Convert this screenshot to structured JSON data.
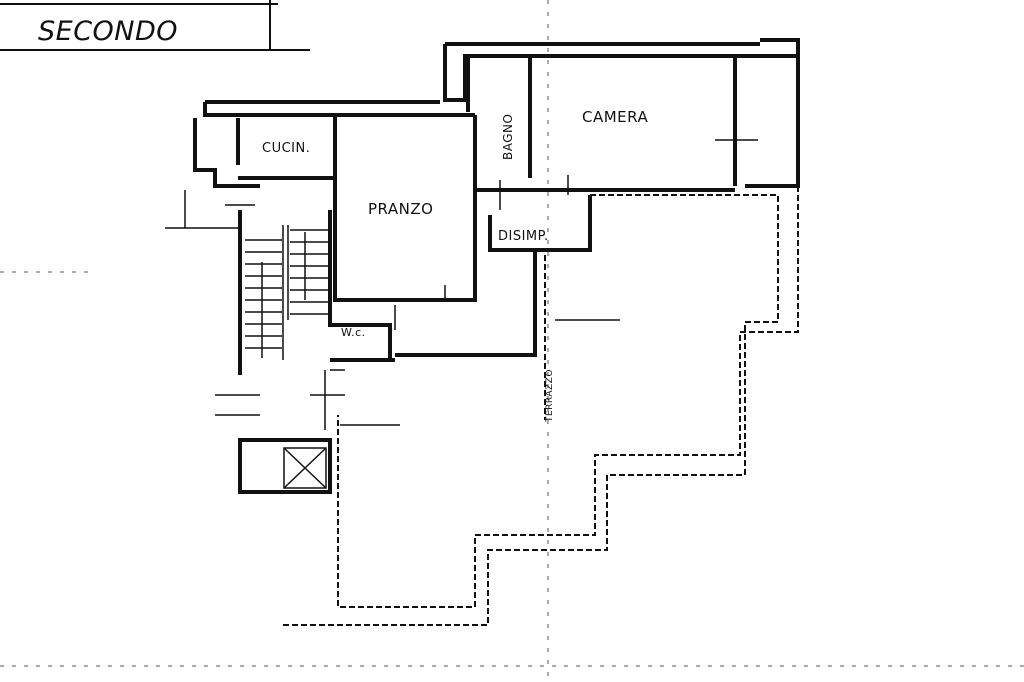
{
  "title": "SECONDO",
  "rooms": {
    "kitchen": "CUCIN.",
    "dining": "PRANZO",
    "bathroom": "BAGNO",
    "bedroom": "CAMERA",
    "closet": "DISIMP.",
    "wc": "W.c.",
    "terrace_note": "TERRAZZO"
  },
  "colors": {
    "ink": "#111111",
    "paper": "#ffffff"
  }
}
